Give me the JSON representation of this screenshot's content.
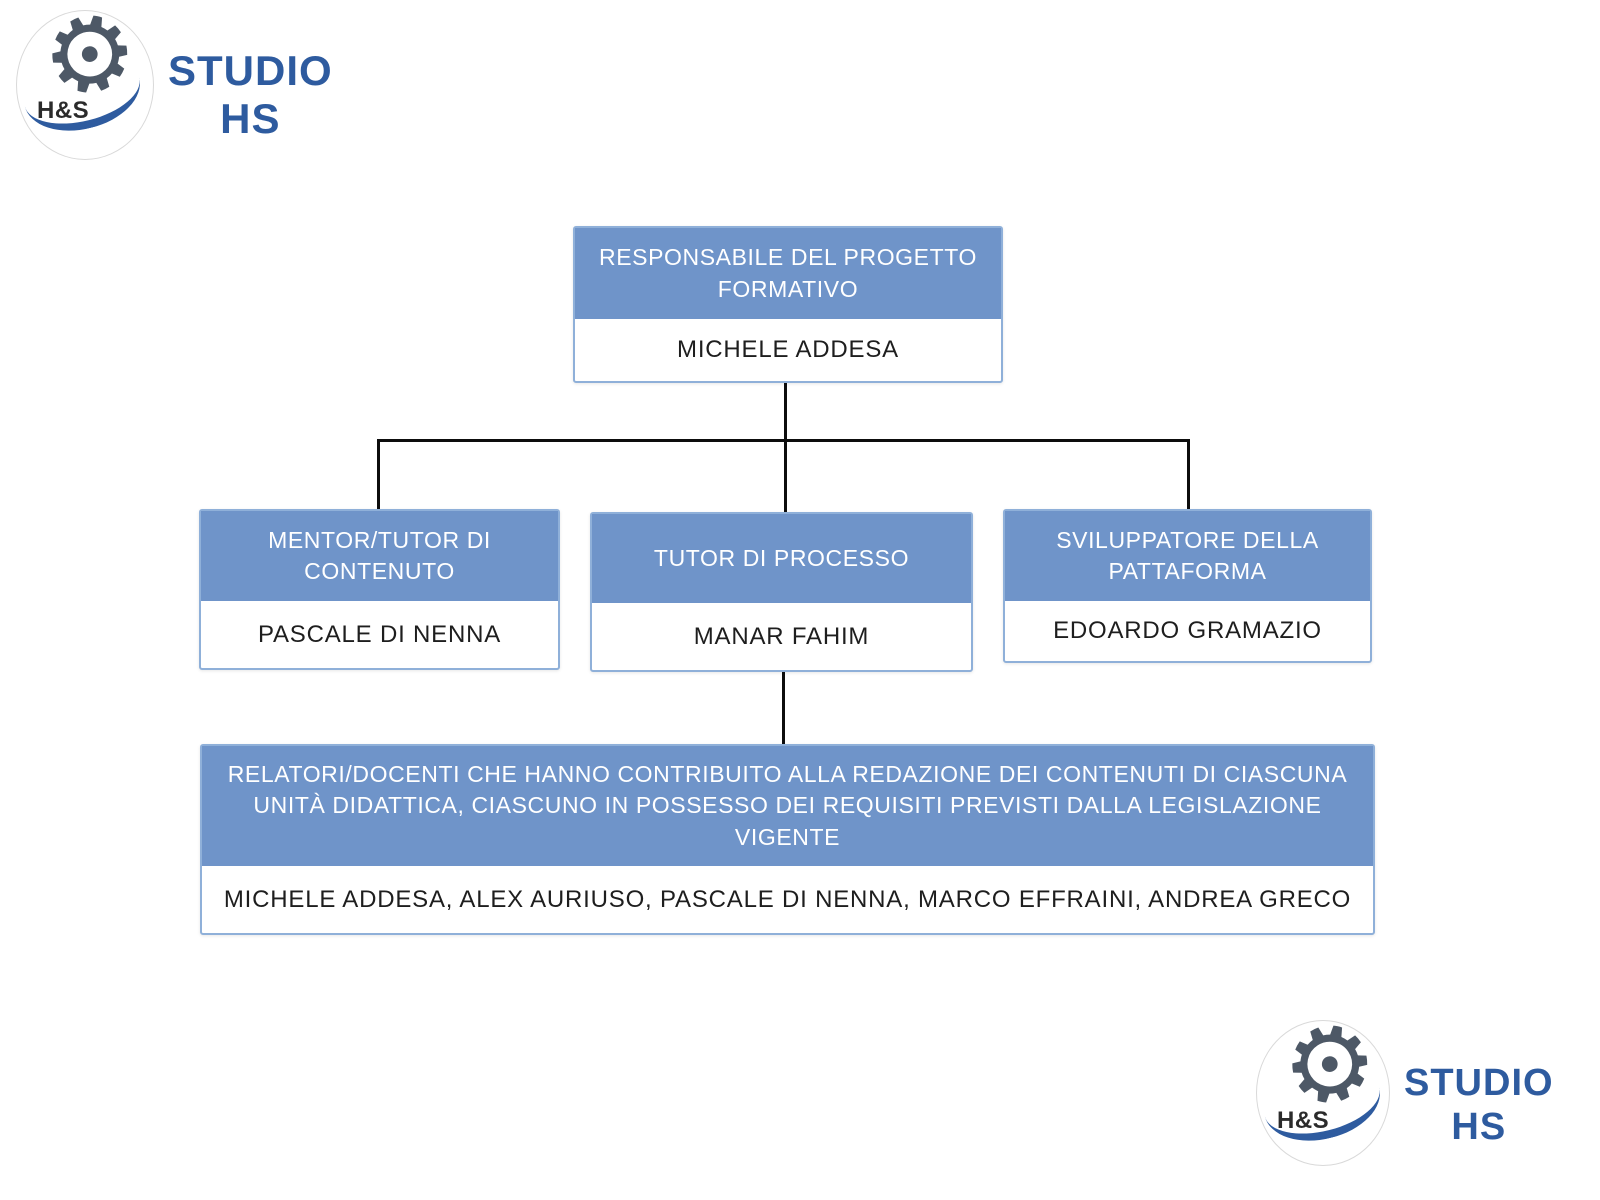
{
  "logo": {
    "circle_text": "H&S",
    "brand_line1": "STUDIO",
    "brand_line2": "HS",
    "gear_icon": "gear",
    "brand_color": "#2e5b9f"
  },
  "colors": {
    "node_header_bg": "#6f94c9",
    "node_border": "#8fb0d9",
    "connector": "#0d0d0d",
    "header_text": "#ffffff",
    "body_text": "#1e1e1e"
  },
  "chart": {
    "root": {
      "title": "RESPONSABILE DEL PROGETTO FORMATIVO",
      "name": "MICHELE ADDESA"
    },
    "children": [
      {
        "title": "MENTOR/TUTOR DI CONTENUTO",
        "name": "PASCALE DI NENNA"
      },
      {
        "title": "TUTOR DI PROCESSO",
        "name": "MANAR FAHIM"
      },
      {
        "title": "SVILUPPATORE DELLA PATTAFORMA",
        "name": "EDOARDO GRAMAZIO"
      }
    ],
    "bottom": {
      "title": "RELATORI/DOCENTI CHE HANNO CONTRIBUITO ALLA REDAZIONE DEI CONTENUTI DI CIASCUNA UNITÀ DIDATTICA, CIASCUNO IN POSSESSO DEI REQUISITI PREVISTI DALLA LEGISLAZIONE VIGENTE",
      "name": "MICHELE ADDESA, ALEX AURIUSO, PASCALE DI NENNA, MARCO EFFRAINI, ANDREA GRECO"
    }
  }
}
